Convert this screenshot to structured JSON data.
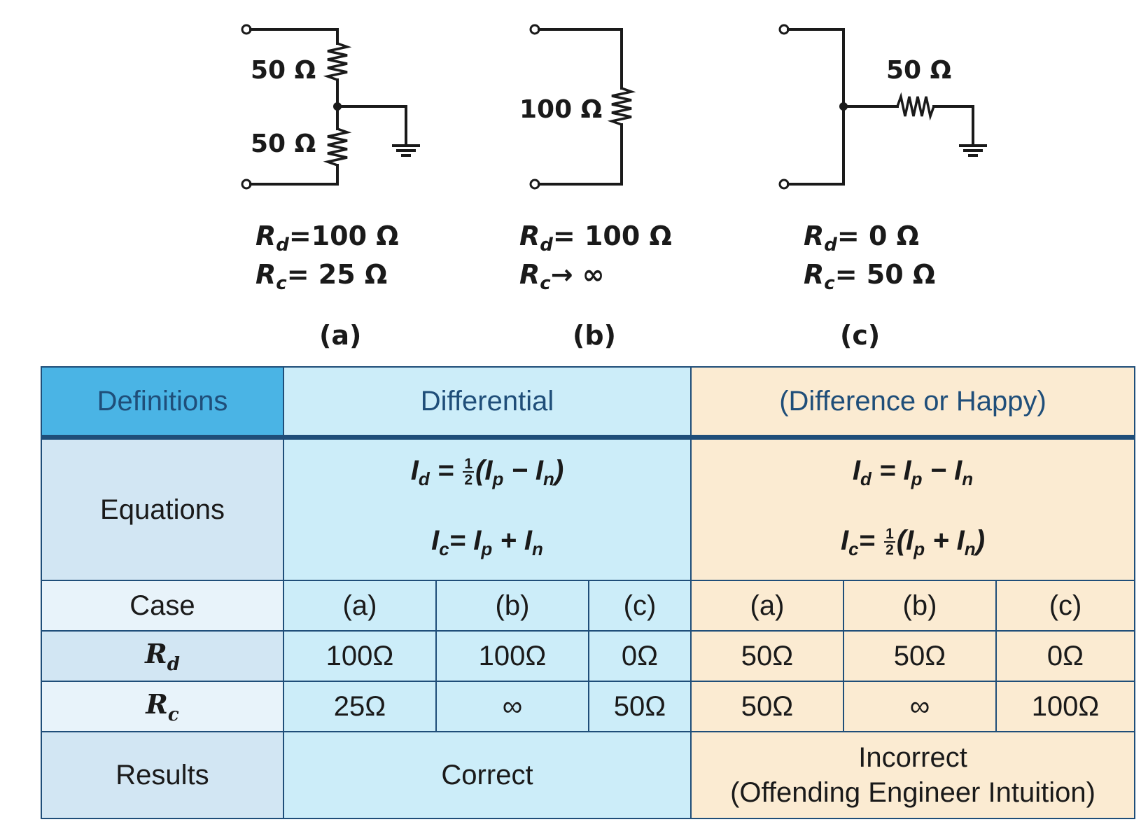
{
  "circuits": [
    {
      "id": "a",
      "resistor_labels": [
        "50 Ω",
        "50 Ω"
      ],
      "rd_symbol": "R",
      "rd_sub": "d",
      "rd_value": "=100 Ω",
      "rc_symbol": "R",
      "rc_sub": "c",
      "rc_value": "=  25 Ω",
      "caption": "(a)"
    },
    {
      "id": "b",
      "resistor_labels": [
        "100 Ω"
      ],
      "rd_symbol": "R",
      "rd_sub": "d",
      "rd_value": "=  100 Ω",
      "rc_symbol": "R",
      "rc_sub": "c",
      "rc_value": "→  ∞",
      "caption": "(b)"
    },
    {
      "id": "c",
      "resistor_labels": [
        "50 Ω"
      ],
      "rd_symbol": "R",
      "rd_sub": "d",
      "rd_value": "=   0 Ω",
      "rc_symbol": "R",
      "rc_sub": "c",
      "rc_value": "= 50 Ω",
      "caption": "(c)"
    }
  ],
  "table": {
    "header": {
      "definitions": "Definitions",
      "differential": "Differential",
      "happy": "(Difference or Happy)"
    },
    "equations": {
      "label": "Equations",
      "differential": {
        "id_lhs": "I",
        "id_lhs_sub": "d",
        "id_eq": " = ",
        "id_frac_num": "1",
        "id_frac_den": "2",
        "id_rhs_open": "(I",
        "id_p": "p",
        "id_minus": " − I",
        "id_n": "n",
        "id_close": ")",
        "ic_lhs": "I",
        "ic_lhs_sub": "c",
        "ic_rhs": "= I",
        "ic_p": "p",
        "ic_plus": " + I",
        "ic_n": "n"
      },
      "happy": {
        "id_lhs": "I",
        "id_lhs_sub": "d",
        "id_rhs": " = I",
        "id_p": "p",
        "id_minus": " − I",
        "id_n": "n",
        "ic_lhs": "I",
        "ic_lhs_sub": "c",
        "ic_eq": "= ",
        "ic_frac_num": "1",
        "ic_frac_den": "2",
        "ic_rhs_open": "(I",
        "ic_p": "p",
        "ic_plus": " + I",
        "ic_n": "n",
        "ic_close": ")"
      }
    },
    "case": {
      "label": "Case",
      "differential": [
        "(a)",
        "(b)",
        "(c)"
      ],
      "happy": [
        "(a)",
        "(b)",
        "(c)"
      ]
    },
    "rd": {
      "symbol": "R",
      "sub": "d",
      "differential": [
        "100Ω",
        "100Ω",
        "0Ω"
      ],
      "happy": [
        "50Ω",
        "50Ω",
        "0Ω"
      ]
    },
    "rc": {
      "symbol": "R",
      "sub": "c",
      "differential": [
        "25Ω",
        "∞",
        "50Ω"
      ],
      "happy": [
        "50Ω",
        "∞",
        "100Ω"
      ]
    },
    "results": {
      "label": "Results",
      "differential": "Correct",
      "happy_line1": "Incorrect",
      "happy_line2": "(Offending Engineer Intuition)"
    }
  }
}
